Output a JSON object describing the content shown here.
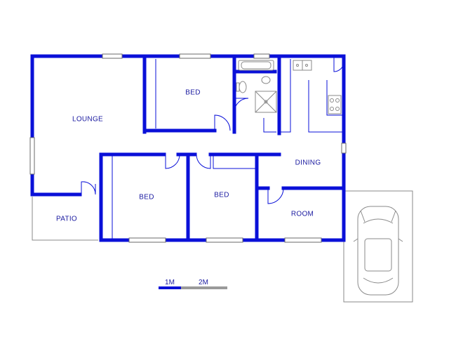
{
  "floor_plan": {
    "rooms": {
      "lounge": "LOUNGE",
      "bed_top": "BED",
      "bed_left": "BED",
      "bed_middle": "BED",
      "dining": "DINING",
      "room": "ROOM",
      "patio": "PATIO"
    },
    "scale": {
      "label_1": "1M",
      "label_2": "2M"
    }
  },
  "colors": {
    "wall": "#0a10d8",
    "label": "#1a1aa0",
    "fixture": "#8a8a8a"
  }
}
